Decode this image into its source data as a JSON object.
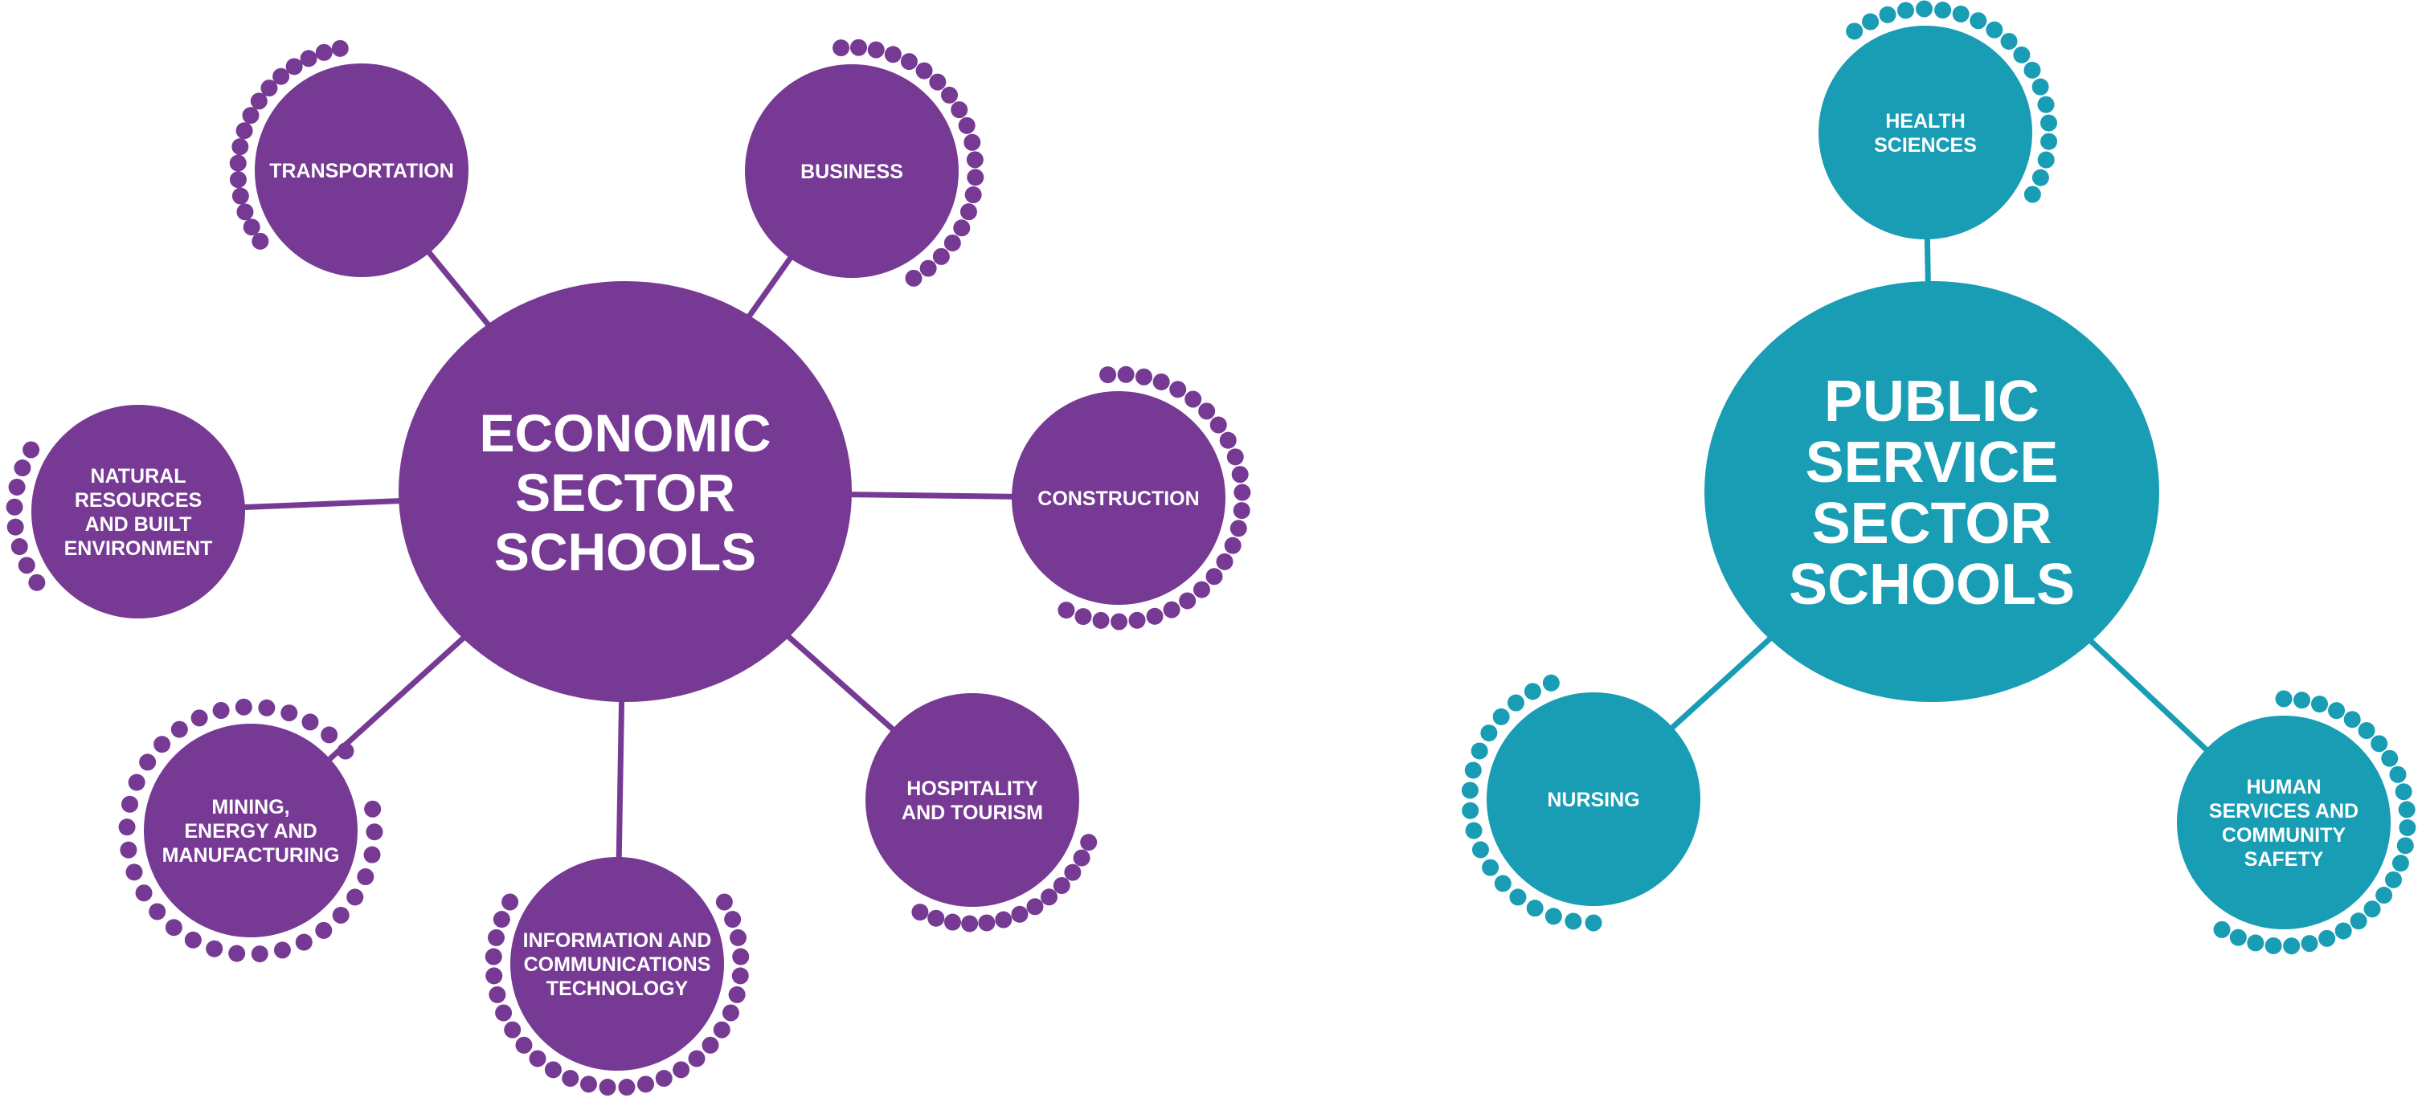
{
  "colors": {
    "economic": "#773a94",
    "public": "#189db4",
    "background": "#ffffff",
    "text": "#ffffff"
  },
  "economic": {
    "hub_lines": [
      "ECONOMIC",
      "SECTOR",
      "SCHOOLS"
    ],
    "schools": [
      {
        "id": "transportation",
        "lines": [
          "TRANSPORTATION"
        ]
      },
      {
        "id": "business",
        "lines": [
          "BUSINESS"
        ]
      },
      {
        "id": "construction",
        "lines": [
          "CONSTRUCTION"
        ]
      },
      {
        "id": "hospitality-tourism",
        "lines": [
          "HOSPITALITY",
          "AND TOURISM"
        ]
      },
      {
        "id": "ict",
        "lines": [
          "INFORMATION AND",
          "COMMUNICATIONS",
          "TECHNOLOGY"
        ]
      },
      {
        "id": "mining-energy-manufacturing",
        "lines": [
          "MINING,",
          "ENERGY AND",
          "MANUFACTURING"
        ]
      },
      {
        "id": "natural-resources",
        "lines": [
          "NATURAL",
          "RESOURCES",
          "AND BUILT",
          "ENVIRONMENT"
        ]
      }
    ]
  },
  "public": {
    "hub_lines": [
      "PUBLIC",
      "SERVICE",
      "SECTOR",
      "SCHOOLS"
    ],
    "schools": [
      {
        "id": "health-sciences",
        "lines": [
          "HEALTH",
          "SCIENCES"
        ]
      },
      {
        "id": "nursing",
        "lines": [
          "NURSING"
        ]
      },
      {
        "id": "human-services",
        "lines": [
          "HUMAN",
          "SERVICES AND",
          "COMMUNITY",
          "SAFETY"
        ]
      }
    ]
  }
}
